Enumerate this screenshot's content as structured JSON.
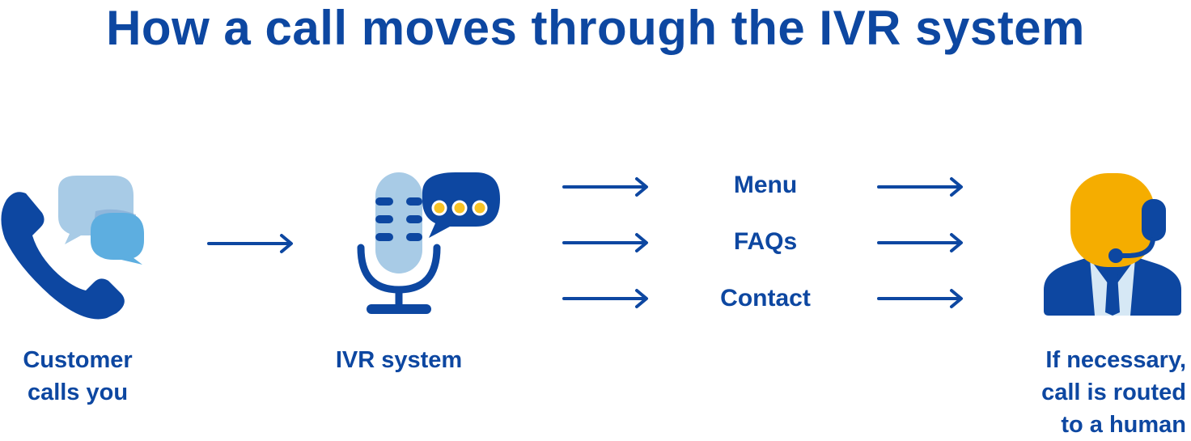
{
  "title": "How a call moves through the IVR system",
  "steps": [
    {
      "label_line1": "Customer",
      "label_line2": "calls you"
    },
    {
      "label": "IVR system"
    },
    {
      "options": [
        "Menu",
        "FAQs",
        "Contact"
      ]
    },
    {
      "label_line1": "If necessary,",
      "label_line2": "call is routed",
      "label_line3": "to a human"
    }
  ],
  "colors": {
    "primary": "#0d47a1",
    "light_blue": "#a8cbe6",
    "mid_blue": "#5daee0",
    "orange": "#f5ad00",
    "yellow_dot": "#f7c325",
    "pale": "#d6e8f5"
  },
  "icons": [
    "phone-chat-icon",
    "microphone-chat-icon",
    "agent-headset-icon"
  ]
}
